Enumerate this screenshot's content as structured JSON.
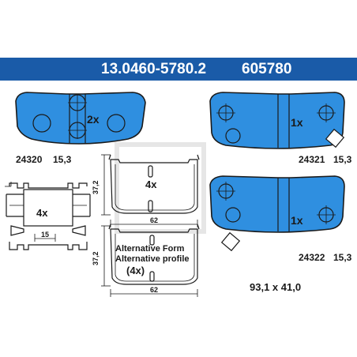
{
  "header": {
    "part_number": "13.0460-5780.2",
    "reference": "605780",
    "background_color": "#1a5ba8",
    "text_color": "#ffffff"
  },
  "pad_color": "#2f8fe0",
  "pads": [
    {
      "id": "24320",
      "thickness": "15,3",
      "quantity": "2x"
    },
    {
      "id": "24321",
      "thickness": "15,3",
      "quantity": "1x"
    },
    {
      "id": "24322",
      "thickness": "15,3",
      "quantity": "1x"
    }
  ],
  "shim": {
    "quantity": "4x",
    "dim_width": "62",
    "dim_height": "37,2"
  },
  "alternative": {
    "line1": "Alternative Form",
    "line2": "Alternative profile",
    "quantity": "(4x)",
    "dim_width": "62",
    "dim_height": "37,2"
  },
  "clip": {
    "quantity": "4x",
    "dim_width": "15"
  },
  "dimensions": "93,1 x 41,0"
}
